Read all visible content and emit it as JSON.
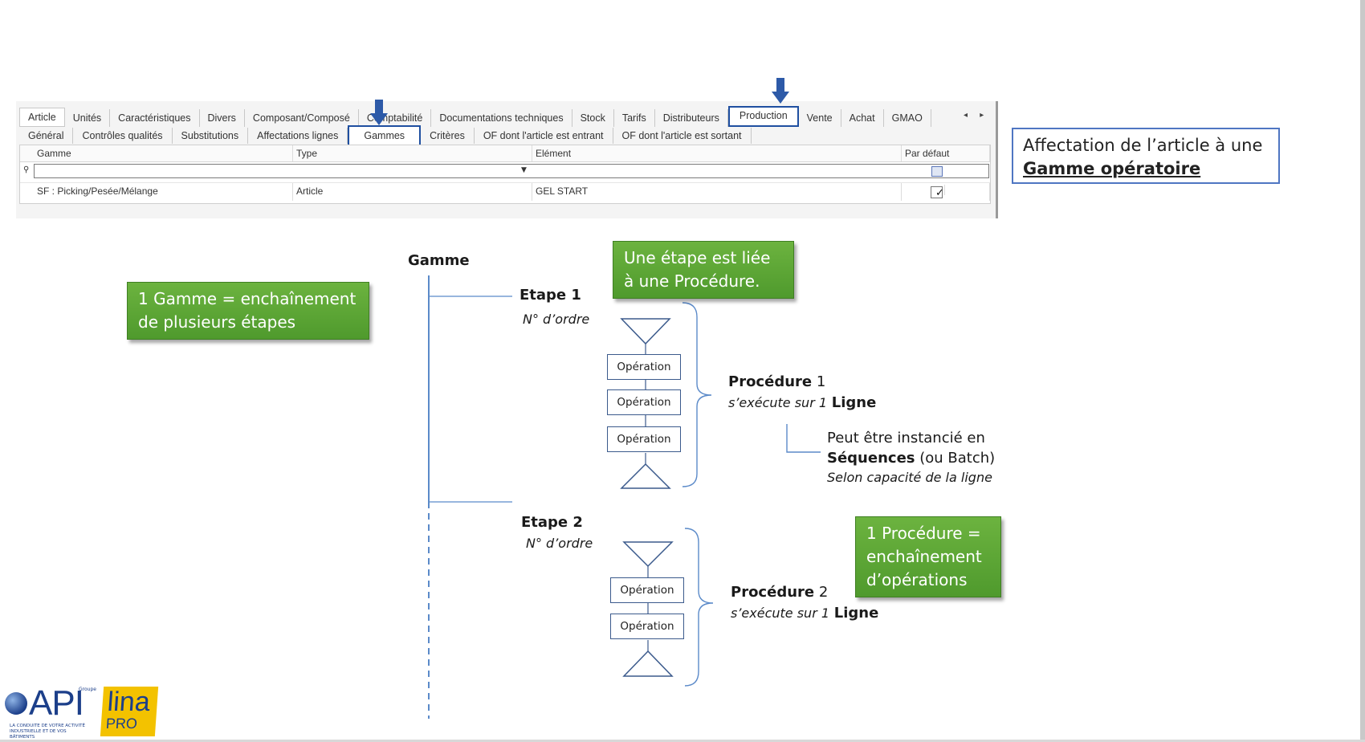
{
  "tabs_main": [
    {
      "label": "Article"
    },
    {
      "label": "Unités"
    },
    {
      "label": "Caractéristiques"
    },
    {
      "label": "Divers"
    },
    {
      "label": "Composant/Composé"
    },
    {
      "label": "Comptabilité"
    },
    {
      "label": "Documentations techniques"
    },
    {
      "label": "Stock"
    },
    {
      "label": "Tarifs"
    },
    {
      "label": "Distributeurs"
    },
    {
      "label": "Production"
    },
    {
      "label": "Vente"
    },
    {
      "label": "Achat"
    },
    {
      "label": "GMAO"
    }
  ],
  "tabs_production": [
    {
      "label": "Général"
    },
    {
      "label": "Contrôles qualités"
    },
    {
      "label": "Substitutions"
    },
    {
      "label": "Affectations lignes"
    },
    {
      "label": "Gammes"
    },
    {
      "label": "Critères"
    },
    {
      "label": "OF dont l'article est entrant"
    },
    {
      "label": "OF dont l'article est sortant"
    }
  ],
  "nav_arrows": "◂ ▸",
  "grid": {
    "columns": [
      "Gamme",
      "Type",
      "Elément",
      "Par défaut"
    ],
    "rows": [
      {
        "gamme": "SF : Picking/Pesée/Mélange",
        "type": "Article",
        "element": "GEL START",
        "default": "✓"
      }
    ]
  },
  "callout": {
    "line1": "Affectation de l’article à une",
    "line2": "Gamme opératoire"
  },
  "diagram": {
    "gamme_title": "Gamme",
    "note_gamme": "1 Gamme = enchaînement de plusieurs étapes",
    "note_etape": "Une étape est liée à une Procédure.",
    "note_procedure": "1 Procédure = enchaînement d’opérations",
    "etape1": {
      "title": "Etape 1",
      "order": "N° d’ordre"
    },
    "etape2": {
      "title": "Etape 2",
      "order": "N° d’ordre"
    },
    "operation_label": "Opération",
    "proc1": {
      "title": "Procédure",
      "num": "1",
      "exec": "s’exécute sur 1",
      "ligne": "Ligne"
    },
    "proc2": {
      "title": "Procédure",
      "num": "2",
      "exec": "s’exécute sur 1",
      "ligne": "Ligne"
    },
    "instance": {
      "line1": "Peut être instancié en",
      "seq": "Séquences",
      "batch": " (ou Batch)",
      "line3": "Selon capacité de la ligne"
    }
  },
  "logos": {
    "api": "API",
    "api_groupe": "Groupe",
    "api_tagline": "LA CONDUITE DE VOTRE ACTIVITÉ INDUSTRIELLE ET DE VOS BÂTIMENTS",
    "lina": "lina",
    "pro": "PRO"
  }
}
